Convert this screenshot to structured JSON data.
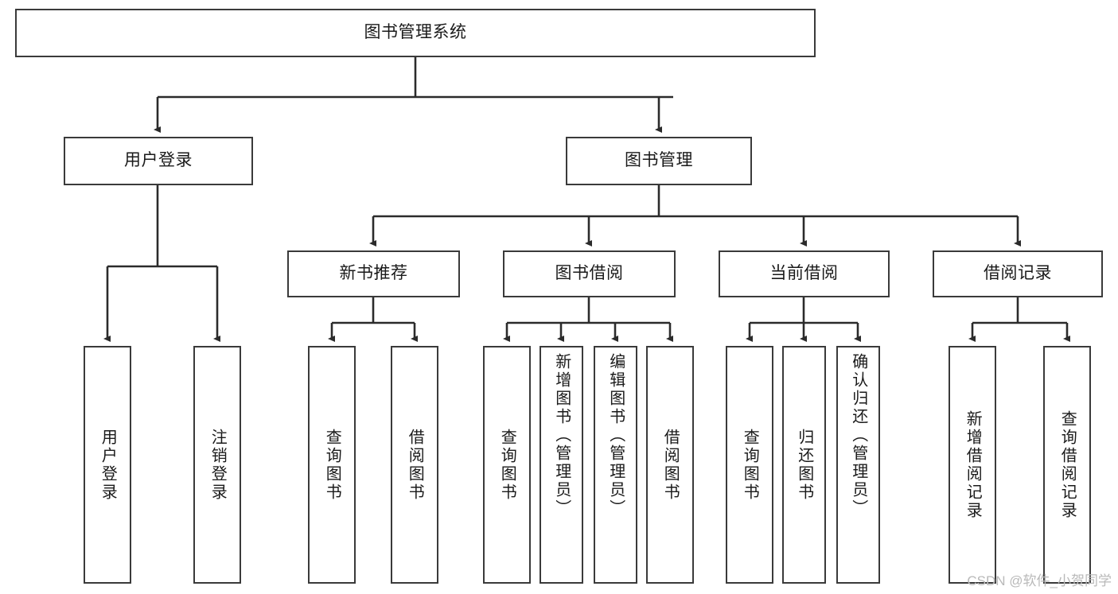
{
  "diagram": {
    "type": "tree",
    "title": "图书管理系统",
    "root": {
      "label": "图书管理系统"
    },
    "level1": [
      {
        "label": "用户登录"
      },
      {
        "label": "图书管理"
      }
    ],
    "level2": [
      {
        "label": "新书推荐"
      },
      {
        "label": "图书借阅"
      },
      {
        "label": "当前借阅"
      },
      {
        "label": "借阅记录"
      }
    ],
    "leaves": {
      "user_login": [
        {
          "label": "用户登录"
        },
        {
          "label": "注销登录"
        }
      ],
      "new_book_recommend": [
        {
          "label": "查询图书"
        },
        {
          "label": "借阅图书"
        }
      ],
      "book_borrow": [
        {
          "label": "查询图书"
        },
        {
          "label": "新增图书（管理员）"
        },
        {
          "label": "编辑图书（管理员）"
        },
        {
          "label": "借阅图书"
        }
      ],
      "current_borrow": [
        {
          "label": "查询图书"
        },
        {
          "label": "归还图书"
        },
        {
          "label": "确认归还（管理员）"
        }
      ],
      "borrow_records": [
        {
          "label": "新增借阅记录"
        },
        {
          "label": "查询借阅记录"
        }
      ]
    }
  },
  "watermark": {
    "text": "CSDN @软件_小贺同学"
  },
  "colors": {
    "box_border": "#3a3a3a",
    "connector": "#2b2b2b",
    "text": "#1a1a1a",
    "background": "#ffffff",
    "watermark": "#b9b9b9"
  }
}
